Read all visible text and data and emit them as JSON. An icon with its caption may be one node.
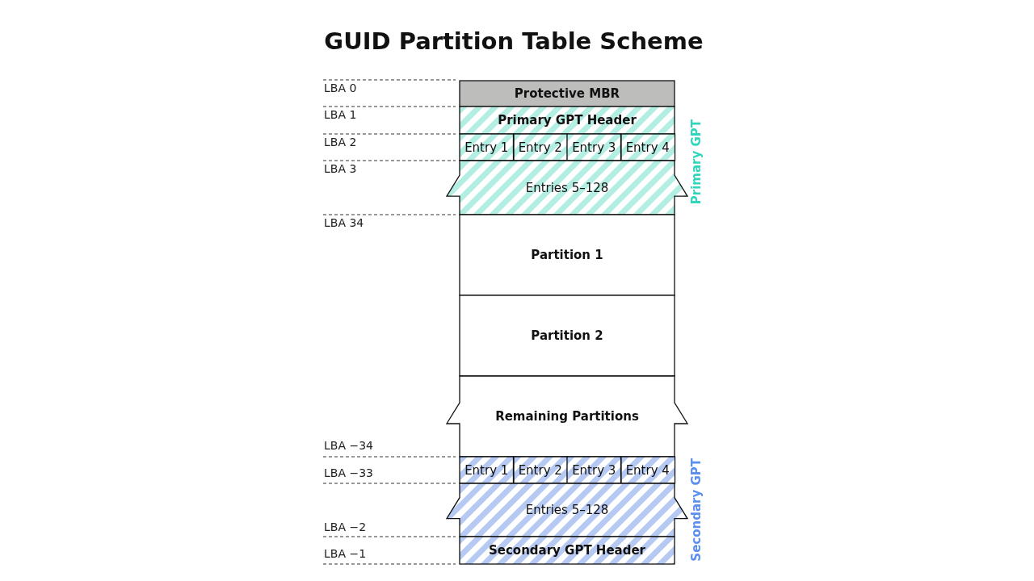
{
  "diagram": {
    "title": "GUID Partition Table Scheme",
    "nodes": [
      {
        "text": [
          "Protective MBR"
        ]
      },
      {
        "text": [
          "Primary GPT Header"
        ]
      },
      {
        "text": [
          "Entry 1"
        ]
      },
      {
        "text": [
          "Entry 2"
        ]
      },
      {
        "text": [
          "Entry 3"
        ]
      },
      {
        "text": [
          "Entry 4"
        ]
      },
      {
        "text": [
          "Entries 5–128"
        ]
      },
      {
        "text": [
          "Partition 1"
        ]
      },
      {
        "text": [
          "Partition 2"
        ]
      },
      {
        "text": [
          "Remaining Partitions"
        ]
      },
      {
        "text": [
          "Entry 1"
        ]
      },
      {
        "text": [
          "Entry 2"
        ]
      },
      {
        "text": [
          "Entry 3"
        ]
      },
      {
        "text": [
          "Entry 4"
        ]
      },
      {
        "text": [
          "Entries 5–128"
        ]
      },
      {
        "text": [
          "Secondary GPT Header"
        ]
      }
    ],
    "labels": [
      "LBA 0",
      "LBA 1",
      "LBA 2",
      "LBA 3",
      "Primary GPT",
      "LBA 34",
      "LBA −34",
      "LBA −33",
      "LBA −2",
      "Secondary GPT",
      "LBA −1"
    ]
  }
}
